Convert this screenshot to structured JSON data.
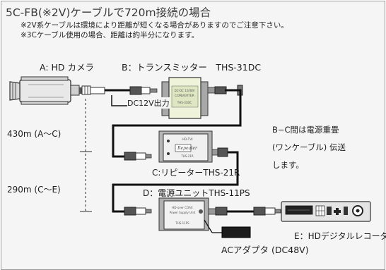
{
  "header": {
    "title": "5C-FB(※2V)ケーブルで720m接続の場合",
    "notes": [
      "※2V系ケーブルは環境により距離が短くなる場合がありますのでご注意下さい。",
      "※3Cケーブル使用の場合、距離は約半分になります。"
    ]
  },
  "devices": {
    "camera": "A: HD カメラ",
    "transmitter": "B：トランスミッター　THS-31DC",
    "repeater": "C:リピーターTHS-21R",
    "power_unit": "D：電源ユニットTHS-11PS",
    "recorder": "E：HDデジタルレコーダー",
    "adapter": "ACアダプタ (DC48V)"
  },
  "module_text": {
    "transmitter": [
      "DC-DC 12/48V",
      "CONVERTER",
      "THS-31DC"
    ],
    "repeater": [
      "HD-TVI",
      "Repeater",
      "THS-21R"
    ],
    "power_unit": [
      "HD-over COAX",
      "Power Supply Unit",
      "THS-11PS"
    ]
  },
  "labels": {
    "dc12v": "DC12V出力",
    "dist_ac": "430m (A～C)",
    "dist_ce": "290m (C～E)",
    "bc_note": [
      "B−C間は電源重畳",
      "(ワンケーブル) 伝送",
      "します。"
    ]
  }
}
